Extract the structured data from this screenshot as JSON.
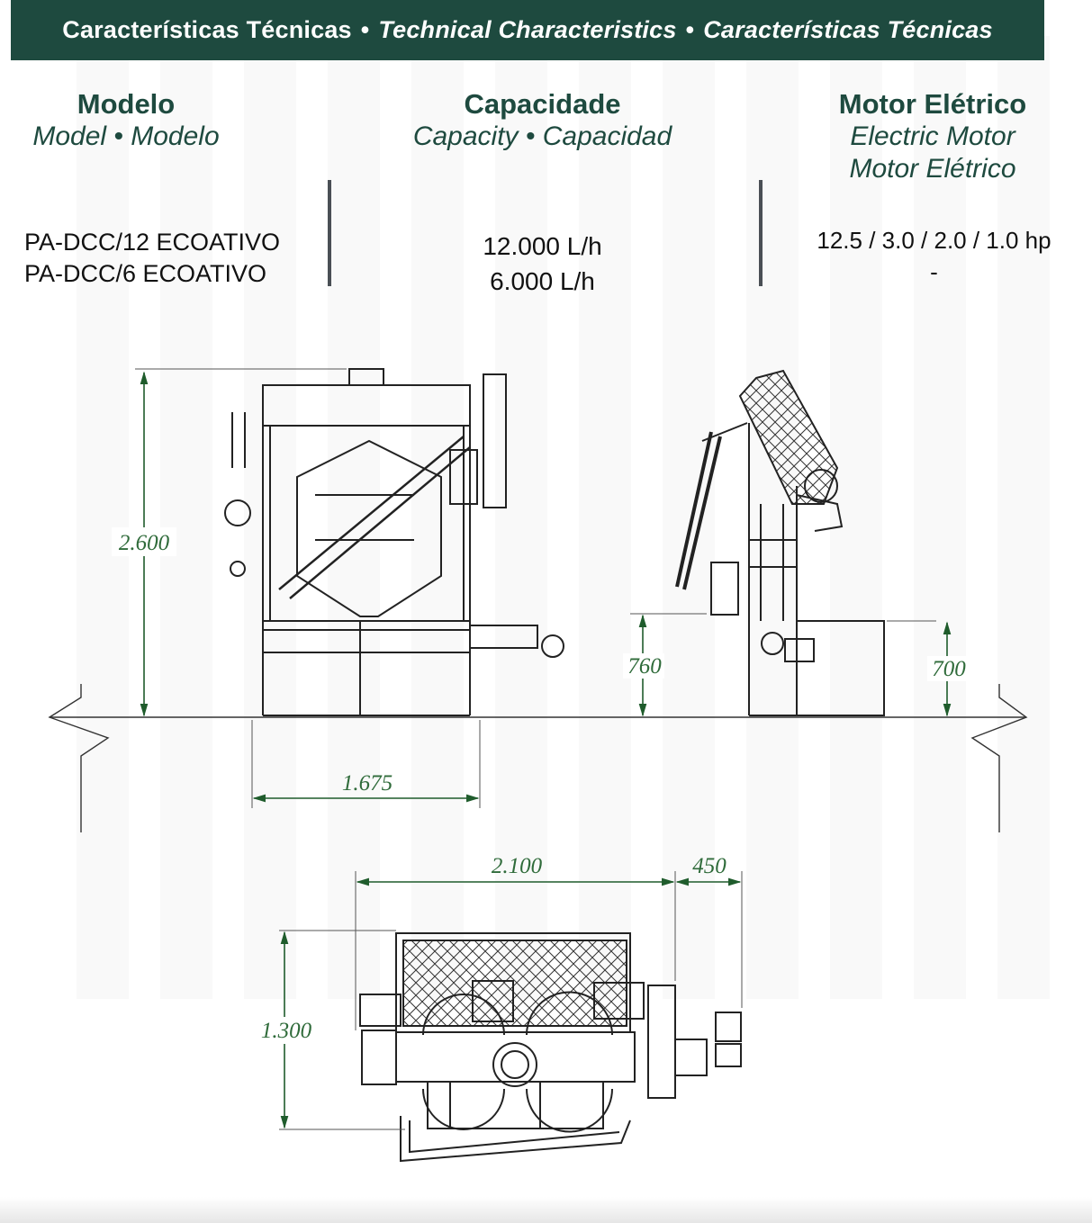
{
  "header": {
    "title_pt": "Características Técnicas",
    "title_en": "Technical Characteristics",
    "title_es": "Características Técnicas",
    "separator": "•"
  },
  "columns": {
    "model": {
      "heading": "Modelo",
      "subheading": "Model • Modelo"
    },
    "capacity": {
      "heading": "Capacidade",
      "subheading": "Capacity • Capacidad"
    },
    "motor": {
      "heading": "Motor Elétrico",
      "subheading_line1": "Electric Motor",
      "subheading_line2": "Motor Elétrico"
    }
  },
  "values": {
    "models": [
      "PA-DCC/12 ECOATIVO",
      "PA-DCC/6 ECOATIVO"
    ],
    "capacities": [
      "12.000 L/h",
      "6.000 L/h"
    ],
    "motors": [
      "12.5 / 3.0 / 2.0 / 1.0 hp",
      "-"
    ]
  },
  "dimensions": {
    "height": "2.600",
    "width_side": "1.675",
    "discharge_height_left": "760",
    "discharge_height_right": "700",
    "length_top": "2.100",
    "overhang_top": "450",
    "depth_top": "1.300"
  },
  "colors": {
    "banner": "#1e4a3f",
    "heading_text": "#1e4a3f",
    "dimension_text": "#2f6b3a",
    "dimension_arrow": "#1f5c2c",
    "drawing_line": "#222222"
  }
}
